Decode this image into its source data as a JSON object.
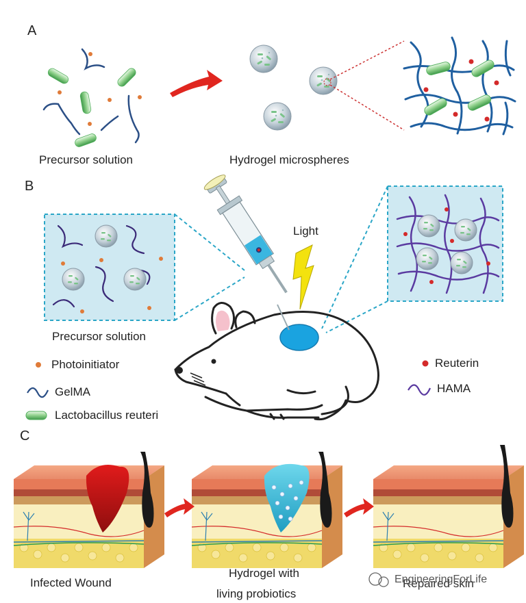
{
  "panels": {
    "a": "A",
    "b": "B",
    "c": "C"
  },
  "panel_a": {
    "left_caption": "Precursor solution",
    "right_caption": "Hydrogel microspheres"
  },
  "panel_b": {
    "left_caption": "Precursor solution",
    "light_label": "Light",
    "legend": {
      "photoinitiator": "Photoinitiator",
      "gelma": "GelMA",
      "lactobacillus": "Lactobacillus reuteri",
      "reuterin": "Reuterin",
      "hama": "HAMA"
    }
  },
  "panel_c": {
    "captions": [
      "Infected Wound",
      "Hydrogel with",
      "living probiotics",
      "Repaired skin"
    ]
  },
  "watermark": "EngineeringForLife",
  "colors": {
    "gelma": "#2b4f86",
    "hama": "#5a3aa0",
    "bacteria": "#8ed08a",
    "photoinitiator": "#e07b39",
    "reuterin": "#d42a2a",
    "network": "#1f5fa0",
    "arrow": "#e0261f",
    "box_fill": "#cfe9f2",
    "box_border": "#2aa6c7",
    "hydrogel_spot": "#1aa3e0"
  }
}
